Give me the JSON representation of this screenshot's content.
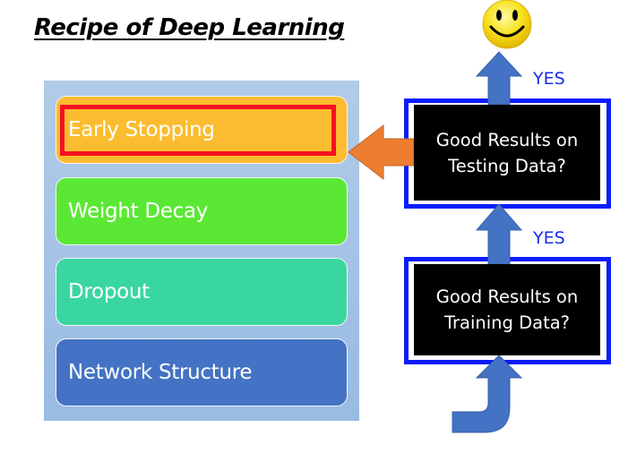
{
  "title": "Recipe of Deep Learning",
  "recipe_items": [
    {
      "label": "Early Stopping",
      "color": "#fbbc2f",
      "highlighted": true
    },
    {
      "label": "Weight Decay",
      "color": "#5be835",
      "highlighted": false
    },
    {
      "label": "Dropout",
      "color": "#3ad6a0",
      "highlighted": false
    },
    {
      "label": "Network Structure",
      "color": "#4472c4",
      "highlighted": false
    }
  ],
  "decisions": {
    "testing": {
      "line1": "Good Results on",
      "line2": "Testing Data?"
    },
    "training": {
      "line1": "Good Results on",
      "line2": "Training Data?"
    }
  },
  "yes_labels": {
    "top": "YES",
    "middle": "YES"
  },
  "icons": {
    "success": "smiley-face-icon"
  },
  "colors": {
    "highlight_border": "#f70f22",
    "decision_border": "#0a1cff",
    "flow_arrow": "#4472c4",
    "feedback_arrow": "#ed7d31",
    "yes_text": "#1a2bea"
  }
}
